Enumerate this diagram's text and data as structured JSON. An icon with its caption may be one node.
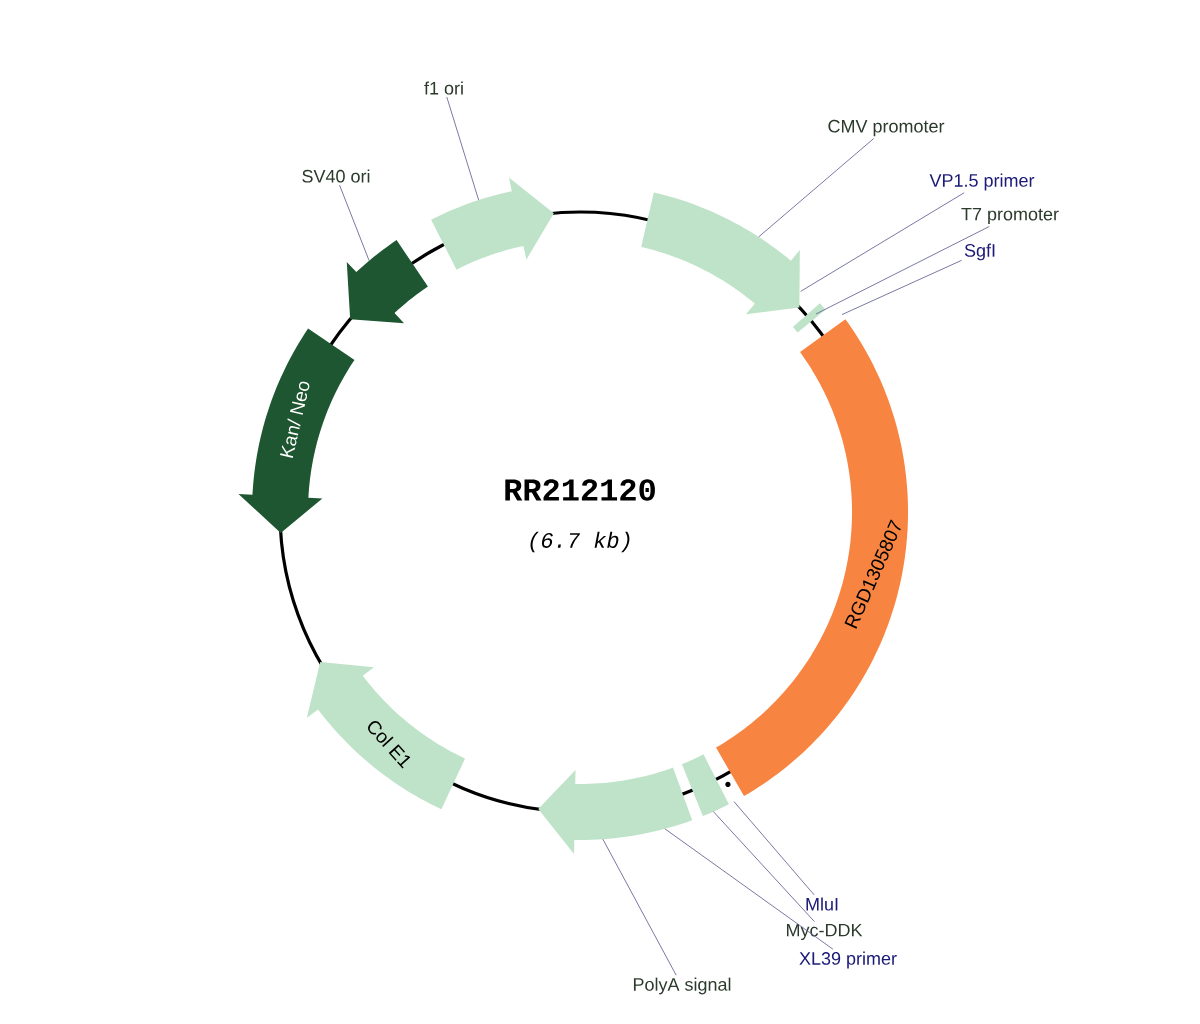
{
  "diagram": {
    "title": "RR212120",
    "nodes": [
      {
        "text": [
          "f1 ori"
        ]
      },
      {
        "text": [],
        "shape": "arrow"
      },
      {
        "text": [
          "SV40 ori"
        ]
      },
      {
        "text": [],
        "shape": "arrow"
      },
      {
        "text": [
          "CMV promoter"
        ]
      },
      {
        "text": [],
        "shape": "arrow"
      },
      {
        "text": [
          "VP1.5 primer"
        ]
      },
      {
        "text": [
          "T7 promoter"
        ]
      },
      {
        "text": [
          "SgfI"
        ]
      },
      {
        "text": [
          "RGD1305807"
        ]
      },
      {
        "text": [
          "MluI"
        ]
      },
      {
        "text": [
          "Myc-DDK"
        ]
      },
      {
        "text": [],
        "shape": "box"
      },
      {
        "text": [
          "XL39 primer"
        ]
      },
      {
        "text": [
          "PolyA signal"
        ]
      },
      {
        "text": [],
        "shape": "arrow"
      },
      {
        "text": [
          "Col E1"
        ]
      },
      {
        "text": [
          "Kan/ Neo"
        ]
      },
      {
        "text": [],
        "shape": "box"
      }
    ],
    "edges": [
      {
        "from": 0,
        "to": 1,
        "arrow": "none"
      },
      {
        "from": 2,
        "to": 3,
        "arrow": "none"
      },
      {
        "from": 4,
        "to": 5,
        "arrow": "none"
      },
      {
        "from": 6,
        "to": 5,
        "arrow": "none"
      },
      {
        "from": 7,
        "to": 18,
        "arrow": "none"
      },
      {
        "from": 8,
        "to": 9,
        "arrow": "none"
      },
      {
        "from": 10,
        "to": 12,
        "arrow": "none"
      },
      {
        "from": 11,
        "to": 12,
        "arrow": "none"
      },
      {
        "from": 13,
        "to": 15,
        "arrow": "none"
      },
      {
        "from": 14,
        "to": 15,
        "arrow": "none"
      }
    ],
    "labels": [
      "(6.7 kb)"
    ]
  }
}
